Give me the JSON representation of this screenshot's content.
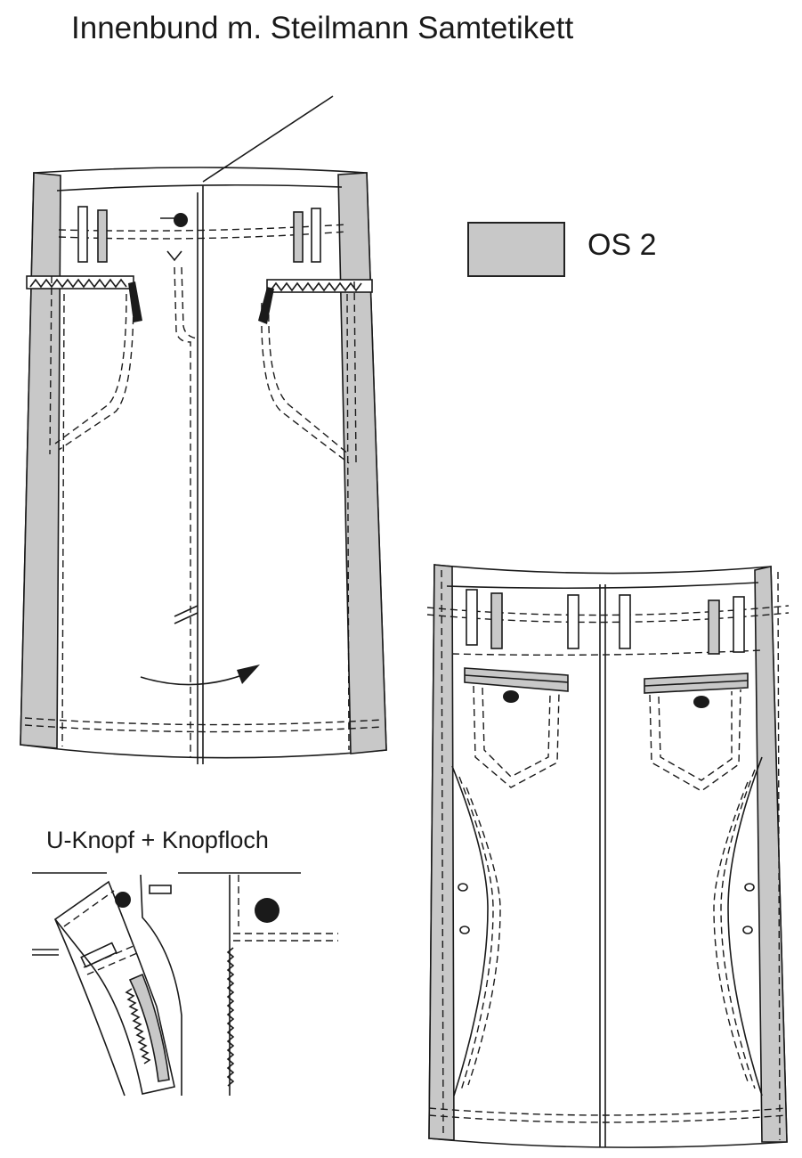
{
  "labels": {
    "title": "Innenbund m. Steilmann Samtetikett",
    "legend": "OS 2",
    "detail": "U-Knopf + Knopfloch"
  },
  "colors": {
    "panel_fill": "#c8c8c8",
    "line": "#1a1a1a",
    "background": "#ffffff"
  }
}
